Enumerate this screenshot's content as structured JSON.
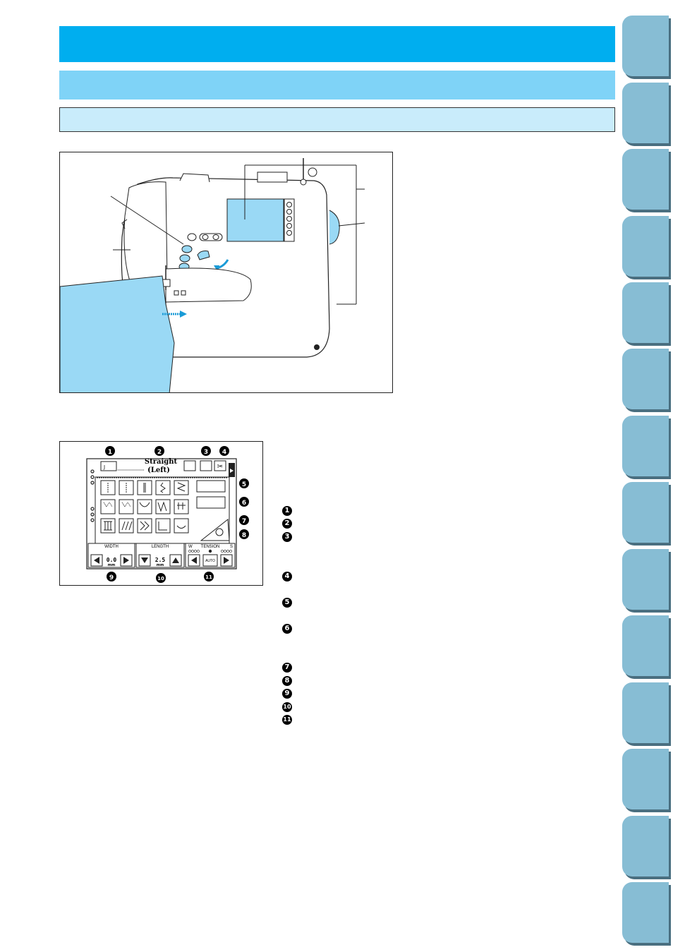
{
  "lcd": {
    "stitch_name_line1": "Straight",
    "stitch_name_line2": "(Left)",
    "width_label": "WIDTH",
    "length_label": "LENGTH",
    "tension_label": "TENSION",
    "tension_w": "W",
    "tension_s": "S",
    "auto_label": "AUTO",
    "width_value": "0.0",
    "length_value": "2.5",
    "unit": "mm"
  },
  "screen_callouts": [
    "1",
    "2",
    "3",
    "4",
    "5",
    "6",
    "7",
    "8",
    "9",
    "10",
    "11"
  ],
  "legend_numbers": [
    "1",
    "2",
    "3",
    "4",
    "5",
    "6",
    "7",
    "8",
    "9",
    "10",
    "11"
  ],
  "colors": {
    "header": "#00aeef",
    "subheader": "#7fd3f7",
    "section": "#c9ecfb",
    "tab": "#87bdd4",
    "fabric": "#9ad9f5"
  }
}
